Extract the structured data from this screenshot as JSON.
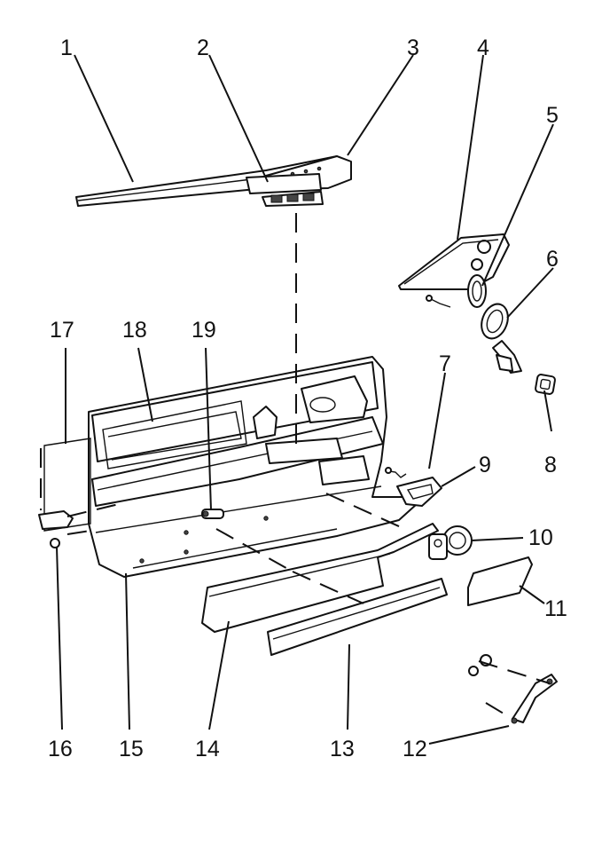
{
  "callouts": [
    "1",
    "2",
    "3",
    "4",
    "5",
    "6",
    "7",
    "8",
    "9",
    "10",
    "11",
    "12",
    "13",
    "14",
    "15",
    "16",
    "17",
    "18",
    "19"
  ],
  "colors": {
    "line": "#111111",
    "background": "#ffffff"
  }
}
